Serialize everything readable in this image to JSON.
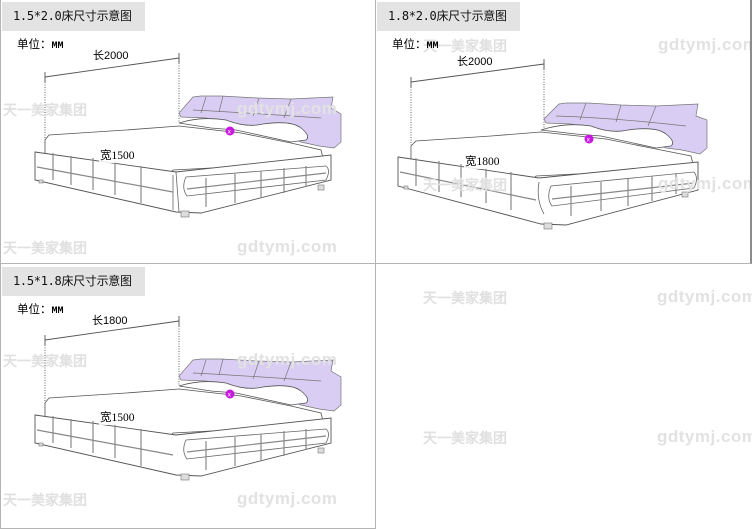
{
  "panels": [
    {
      "title": "1.5*2.0床尺寸示意图",
      "unit_label": "单位：",
      "unit_value": "MM",
      "length_label": "长2000",
      "width_label": "宽1500"
    },
    {
      "title": "1.8*2.0床尺寸示意图",
      "unit_label": "单位：",
      "unit_value": "MM",
      "length_label": "长2000",
      "width_label": "宽1800"
    },
    {
      "title": "1.5*1.8床尺寸示意图",
      "unit_label": "单位：",
      "unit_value": "MM",
      "length_label": "长1800",
      "width_label": "宽1500"
    }
  ],
  "watermarks": {
    "brand": "天一美家集团",
    "url": "gdtymj.com"
  },
  "colors": {
    "title_bg": "#e3e3e3",
    "headboard": "#d9cdf3",
    "marker": "#c817e0",
    "border": "#b4b4b4",
    "line": "#555555"
  }
}
